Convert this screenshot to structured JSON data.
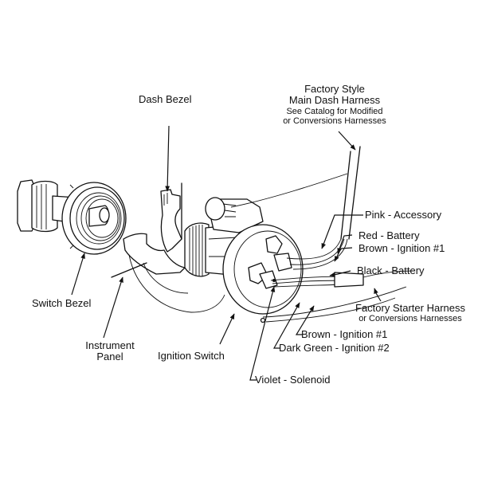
{
  "diagram": {
    "type": "exploded-parts-wiring-diagram",
    "subject": "ignition switch assembly",
    "labels": {
      "main_harness": {
        "line1": "Factory Style",
        "line2": "Main Dash Harness",
        "line3": "See Catalog for Modified",
        "line4": "or Conversions Harnesses"
      },
      "dash_bezel": "Dash Bezel",
      "switch_bezel": "Switch Bezel",
      "instrument_panel": {
        "line1": "Instrument",
        "line2": "Panel"
      },
      "ignition_switch": "Ignition Switch",
      "starter_harness": {
        "line1": "Factory Starter  Harness",
        "line2": "or Conversions Harnesses"
      }
    },
    "wires": [
      {
        "id": "pink",
        "label": "Pink - Accessory"
      },
      {
        "id": "red",
        "label": "Red - Battery"
      },
      {
        "id": "brown-top",
        "label": "Brown - Ignition #1"
      },
      {
        "id": "black",
        "label": "Black - Battery"
      },
      {
        "id": "brown-bottom",
        "label": "Brown - Ignition #1"
      },
      {
        "id": "dark-green",
        "label": "Dark Green - Ignition #2"
      },
      {
        "id": "violet",
        "label": "Violet  - Solenoid"
      }
    ]
  }
}
